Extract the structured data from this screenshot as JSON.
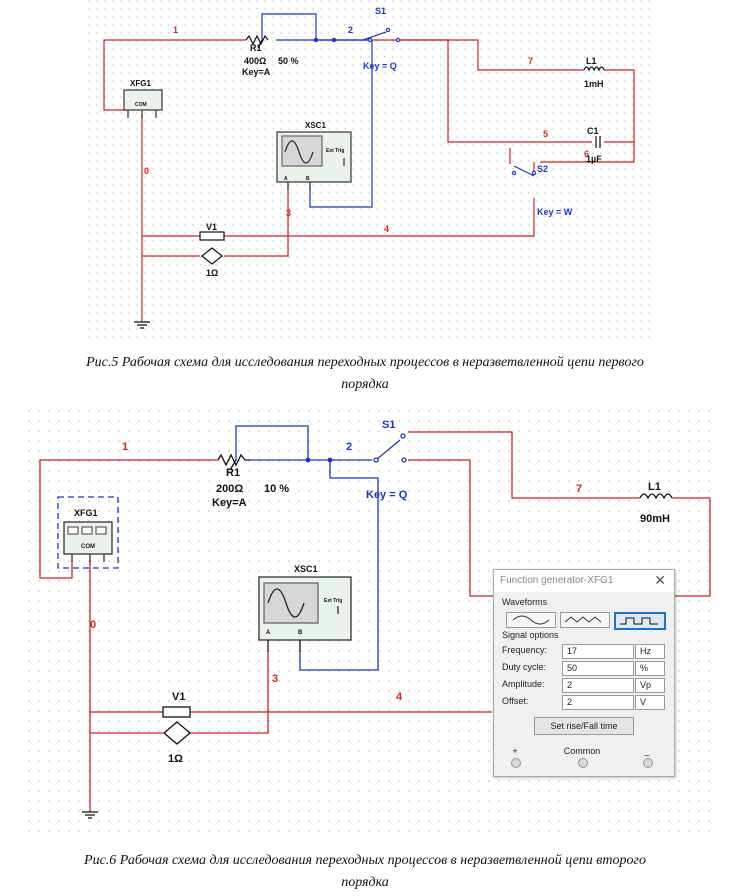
{
  "figure1": {
    "caption_line1": "Рис.5 Рабочая схема для исследования переходных процессов в неразветвленной цепи первого",
    "caption_line2": "порядка",
    "nets": {
      "n1": "1",
      "n2": "2",
      "n3": "3",
      "n4": "4",
      "n5": "5",
      "n6": "6",
      "n7": "7",
      "n0": "0"
    },
    "r1": {
      "name": "R1",
      "value": "400Ω",
      "percent": "50 %",
      "key": "Key=A"
    },
    "s1": {
      "name": "S1",
      "key": "Key = Q"
    },
    "s2": {
      "name": "S2",
      "key": "Key = W"
    },
    "l1": {
      "name": "L1",
      "value": "1mH"
    },
    "c1": {
      "name": "C1",
      "value": "1µF"
    },
    "xfg": {
      "name": "XFG1",
      "com": "COM"
    },
    "xsc": {
      "name": "XSC1",
      "ext": "Ext Trig",
      "a": "A",
      "b": "B"
    },
    "v1": {
      "name": "V1",
      "value": "1Ω"
    }
  },
  "figure2": {
    "caption_line1": "Рис.6 Рабочая схема для исследования переходных процессов в неразветвленной цепи второго",
    "caption_line2": "порядка",
    "nets": {
      "n1": "1",
      "n2": "2",
      "n3": "3",
      "n4": "4",
      "n7": "7",
      "n0": "0"
    },
    "r1": {
      "name": "R1",
      "value": "200Ω",
      "percent": "10 %",
      "key": "Key=A"
    },
    "s1": {
      "name": "S1",
      "key": "Key = Q"
    },
    "l1": {
      "name": "L1",
      "value": "90mH"
    },
    "xfg": {
      "name": "XFG1",
      "com": "COM"
    },
    "xsc": {
      "name": "XSC1",
      "ext": "Ext Trig",
      "a": "A",
      "b": "B"
    },
    "v1": {
      "name": "V1",
      "value": "1Ω"
    }
  },
  "function_generator": {
    "title": "Function generator-XFG1",
    "close": "✕",
    "waveforms_label": "Waveforms",
    "waveforms": [
      "sine",
      "triangle",
      "square"
    ],
    "selected_waveform": "square",
    "signal_options_label": "Signal options",
    "fields": [
      {
        "label": "Frequency:",
        "value": "17",
        "unit": "Hz"
      },
      {
        "label": "Duty cycle:",
        "value": "50",
        "unit": "%"
      },
      {
        "label": "Amplitude:",
        "value": "2",
        "unit": "Vp"
      },
      {
        "label": "Offset:",
        "value": "2",
        "unit": "V"
      }
    ],
    "rise_fall_button": "Set rise/Fall time",
    "terminals": {
      "plus": "+",
      "common": "Common",
      "minus": "_"
    }
  },
  "colors": {
    "wire_red": "#d22222",
    "wire_blue": "#1c35c8",
    "accent": "#1a73c8"
  }
}
